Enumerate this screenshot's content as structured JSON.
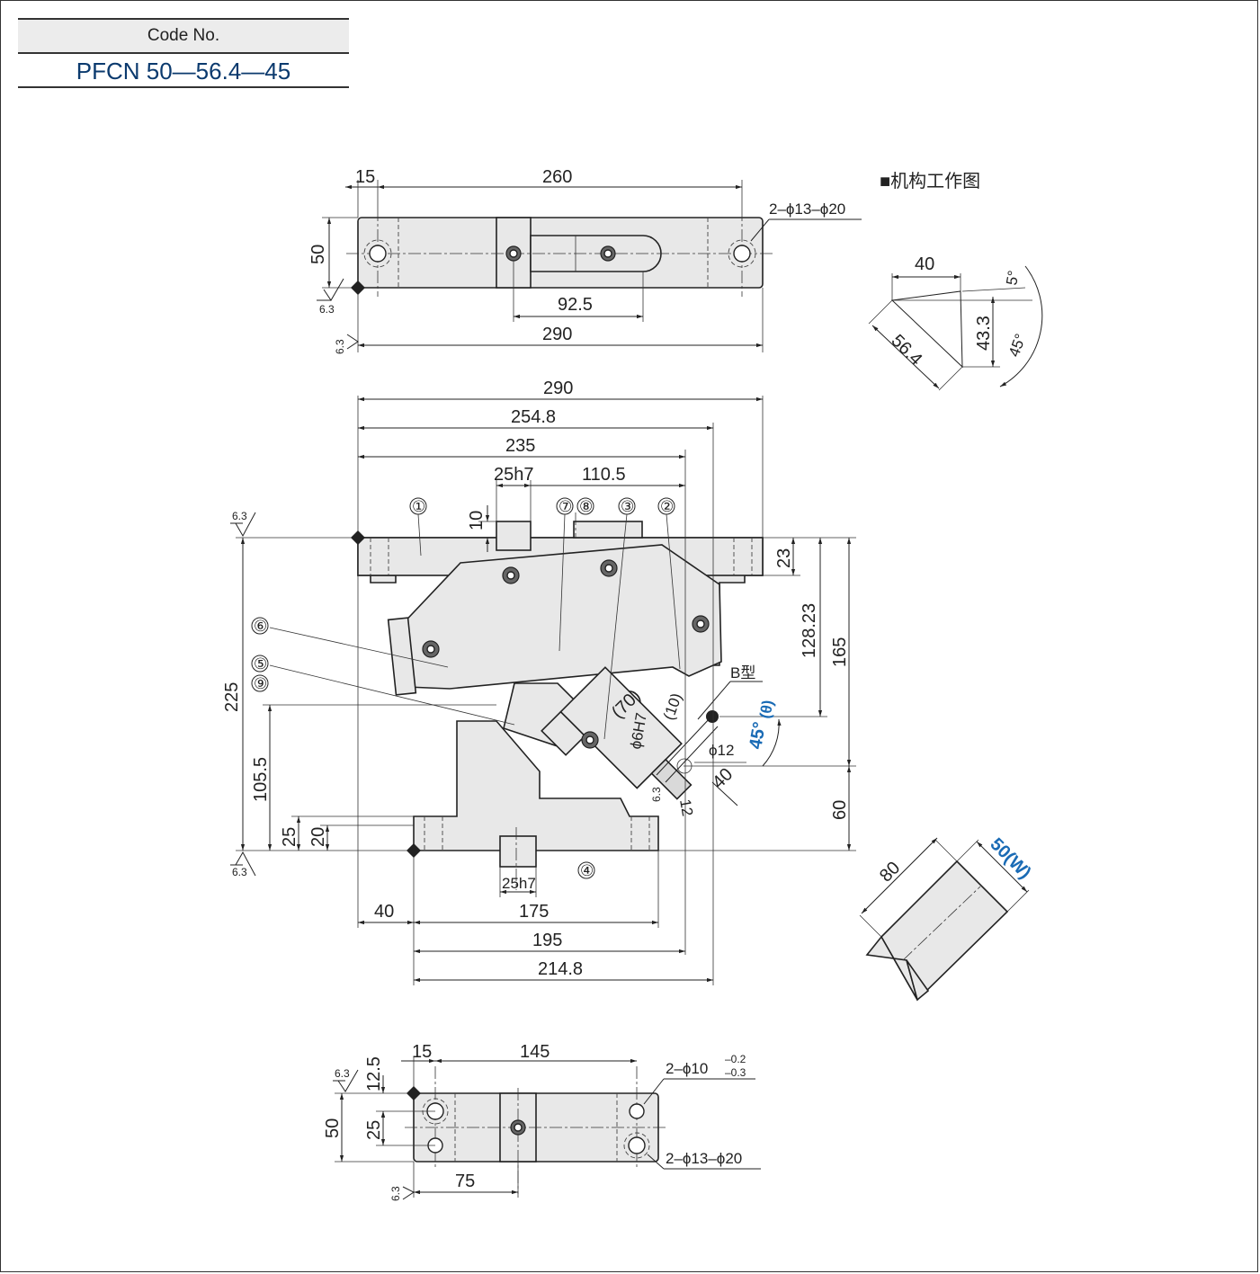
{
  "header": {
    "code_label": "Code No.",
    "code_value": "PFCN 50—56.4—45"
  },
  "top_view": {
    "dim_15": "15",
    "dim_260": "260",
    "dim_50": "50",
    "dim_92_5": "92.5",
    "dim_290": "290",
    "hole_note": "2–ϕ13–ϕ20",
    "roughness": "6.3"
  },
  "front_view": {
    "dim_290": "290",
    "dim_254_8": "254.8",
    "dim_235": "235",
    "dim_25h7": "25h7",
    "dim_110_5": "110.5",
    "dim_10": "10",
    "dim_23": "23",
    "dim_128_23": "128.23",
    "dim_165": "165",
    "dim_225": "225",
    "dim_105_5": "105.5",
    "dim_60": "60",
    "dim_25": "25",
    "dim_20": "20",
    "dim_25h7_bottom": "25h7",
    "dim_40": "40",
    "dim_175": "175",
    "dim_195": "195",
    "dim_214_8": "214.8",
    "dim_70": "(70)",
    "dim_phi6h7": "ϕ6H7",
    "dim_10b": "(10)",
    "dim_phi12": "ϕ12",
    "dim_12": "12",
    "dim_40b": "40",
    "type_label": "B型",
    "angle_label": "45°",
    "theta_label": "(θ)",
    "roughness": "6.3",
    "parts": [
      "①",
      "②",
      "③",
      "④",
      "⑤",
      "⑥",
      "⑦",
      "⑧",
      "⑨"
    ]
  },
  "bottom_view": {
    "dim_15": "15",
    "dim_145": "145",
    "dim_12_5": "12.5",
    "dim_50": "50",
    "dim_25": "25",
    "dim_75": "75",
    "hole_note_a": "2–ϕ10",
    "tol_upper": "–0.2",
    "tol_lower": "–0.3",
    "hole_note_b": "2–ϕ13–ϕ20",
    "roughness": "6.3"
  },
  "mechanism": {
    "title": "■机构工作图",
    "dim_40": "40",
    "dim_5deg": "5°",
    "dim_43_3": "43.3",
    "dim_56_4": "56.4",
    "dim_45deg": "45°"
  },
  "iso_view": {
    "dim_80": "80",
    "dim_50w": "50(W)"
  }
}
